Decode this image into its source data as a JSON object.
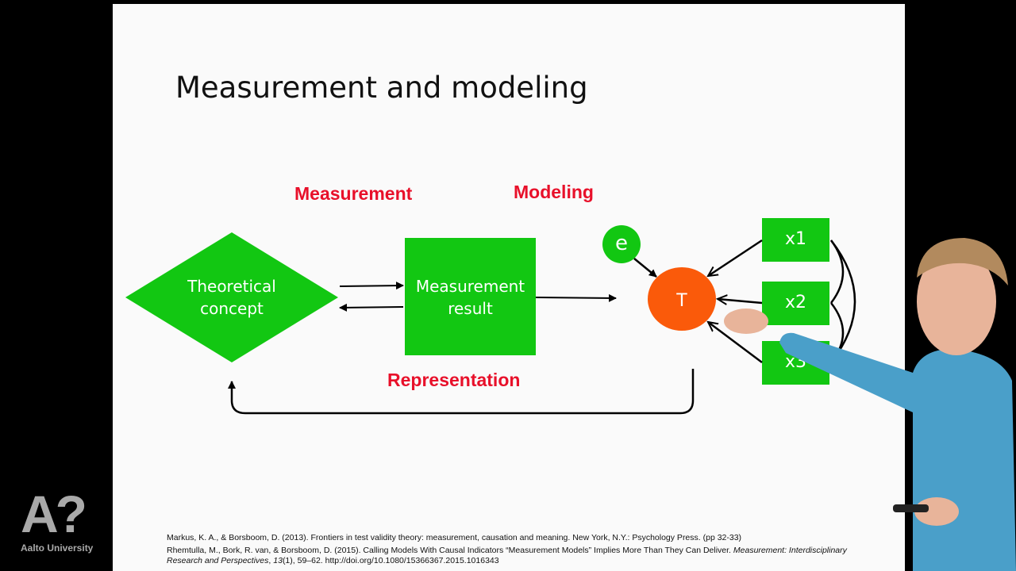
{
  "slide": {
    "title": "Measurement and modeling",
    "labels": {
      "measurement": "Measurement",
      "modeling": "Modeling",
      "representation": "Representation"
    },
    "nodes": {
      "theoretical_concept_line1": "Theoretical",
      "theoretical_concept_line2": "concept",
      "measurement_result_line1": "Measurement",
      "measurement_result_line2": "result",
      "error": "e",
      "true_score": "T",
      "x1": "x1",
      "x2": "x2",
      "x3": "x3"
    },
    "colors": {
      "green": "#12c712",
      "orange": "#fa5a0a",
      "red_text": "#e8102a"
    },
    "references": [
      "Markus, K. A., & Borsboom, D. (2013). Frontiers in test validity theory: measurement, causation and meaning. New York, N.Y.: Psychology Press. (pp 32-33)",
      "Rhemtulla, M., Bork, R. van, & Borsboom, D. (2015). Calling Models With Causal Indicators “Measurement Models” Implies More Than They Can Deliver.",
      "Measurement: Interdisciplinary Research and Perspectives",
      "13",
      "(1), 59–62. http://doi.org/10.1080/15366367.2015.1016343"
    ]
  },
  "branding": {
    "logo_mark": "A?",
    "logo_name": "Aalto University"
  }
}
